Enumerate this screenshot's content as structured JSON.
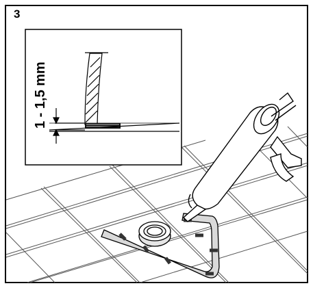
{
  "step": {
    "number": "3"
  },
  "inset": {
    "dimension_label": "1 - 1,5 mm"
  },
  "icons": [
    "caulking-gun-icon",
    "floor-drain-icon",
    "sealant-bead-icon",
    "tile-grid"
  ],
  "colors": {
    "line": "#000000",
    "sealant_fill": "#d9d9d9",
    "background": "#ffffff"
  }
}
